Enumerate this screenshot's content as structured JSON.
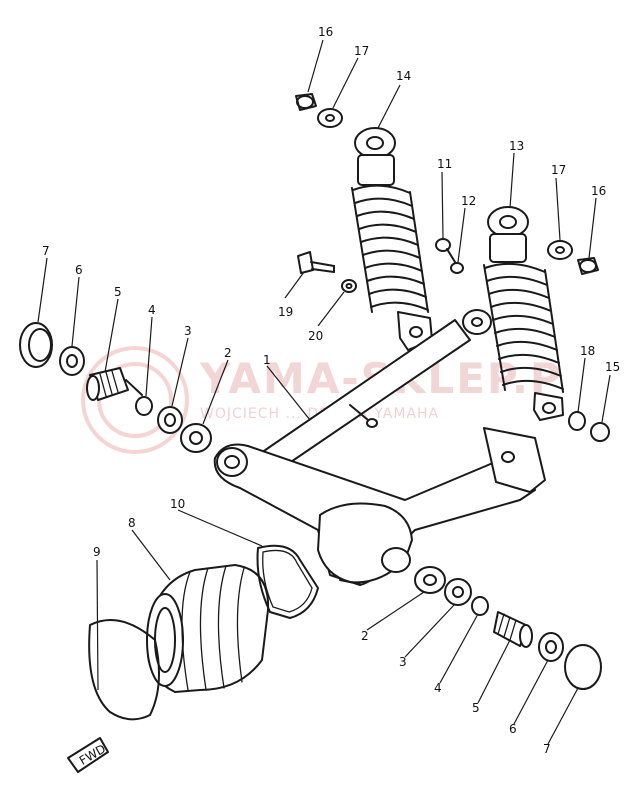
{
  "watermark": {
    "main_text": "YAMA-SKLEP.P",
    "sub_text": "WOJCIECH ... DEALER YAMAHA",
    "color": "#e8b4b4"
  },
  "callouts": {
    "c1": "1",
    "c2a": "2",
    "c2b": "2",
    "c3a": "3",
    "c3b": "3",
    "c4a": "4",
    "c4b": "4",
    "c5a": "5",
    "c5b": "5",
    "c6a": "6",
    "c6b": "6",
    "c7a": "7",
    "c7b": "7",
    "c8": "8",
    "c9": "9",
    "c10": "10",
    "c11": "11",
    "c12": "12",
    "c13": "13",
    "c14": "14",
    "c15": "15",
    "c16a": "16",
    "c16b": "16",
    "c17a": "17",
    "c17b": "17",
    "c18": "18",
    "c19": "19",
    "c20": "20"
  },
  "fwd_label": "FWD"
}
